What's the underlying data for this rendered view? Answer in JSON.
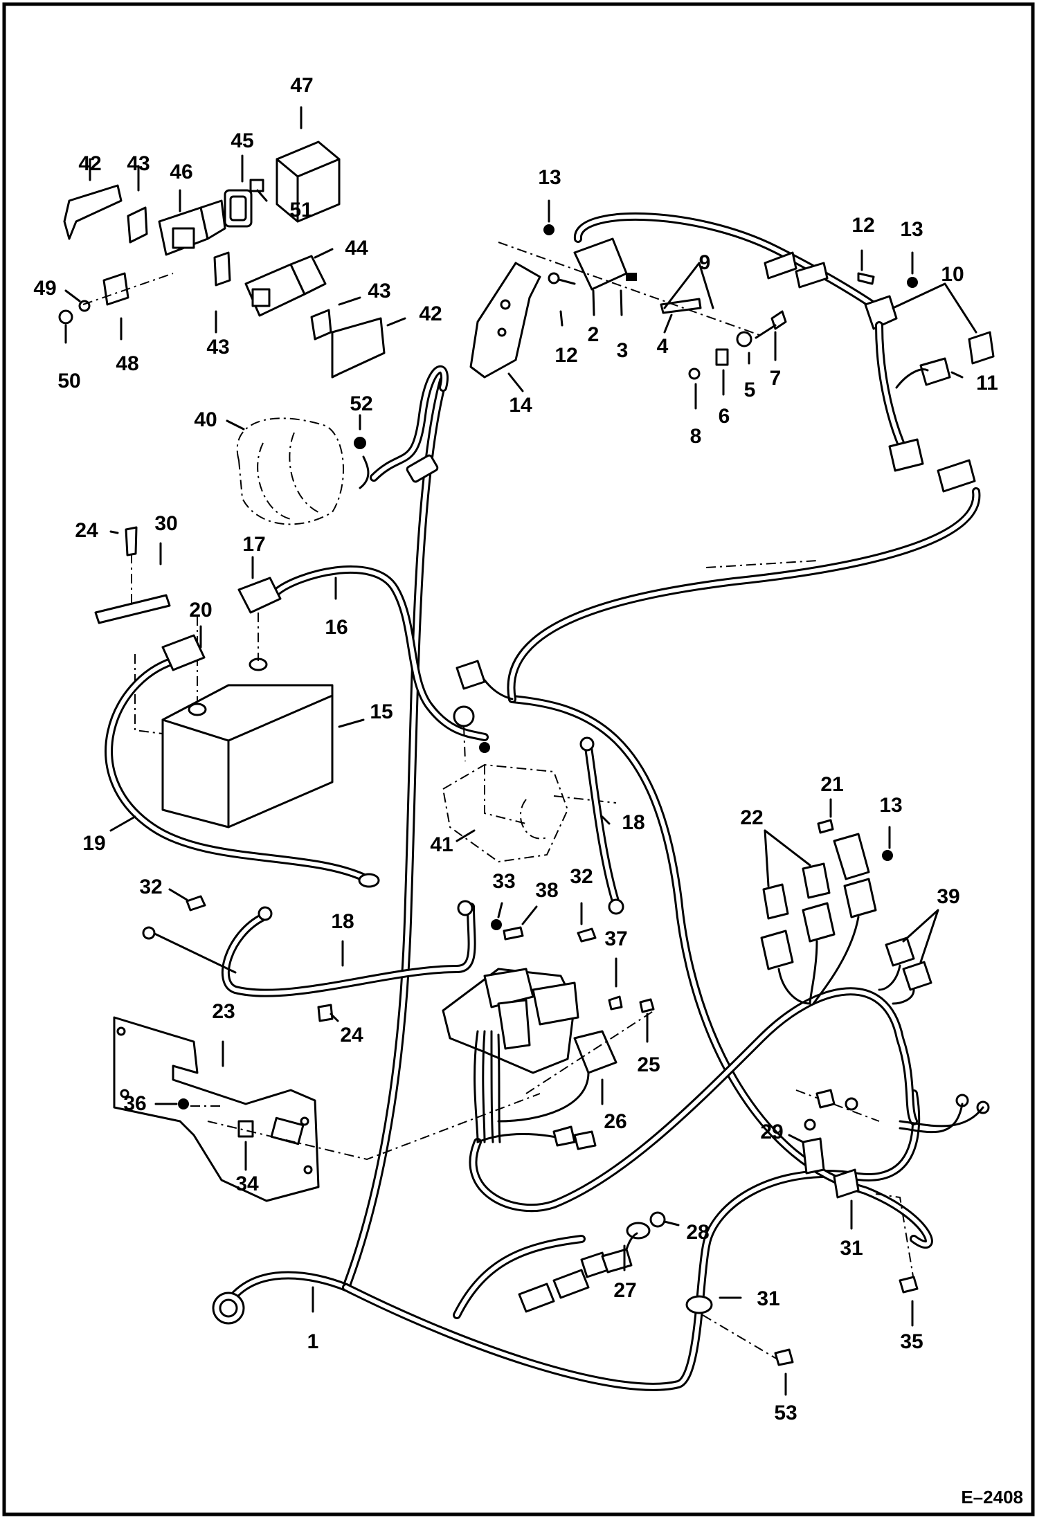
{
  "sheet": {
    "reference": "E–2408"
  },
  "callouts": [
    {
      "id": "c1",
      "label": "1"
    },
    {
      "id": "c2",
      "label": "2"
    },
    {
      "id": "c3",
      "label": "3"
    },
    {
      "id": "c4",
      "label": "4"
    },
    {
      "id": "c5",
      "label": "5"
    },
    {
      "id": "c6",
      "label": "6"
    },
    {
      "id": "c7",
      "label": "7"
    },
    {
      "id": "c8",
      "label": "8"
    },
    {
      "id": "c9",
      "label": "9"
    },
    {
      "id": "c10",
      "label": "10"
    },
    {
      "id": "c11",
      "label": "11"
    },
    {
      "id": "c12a",
      "label": "12"
    },
    {
      "id": "c12b",
      "label": "12"
    },
    {
      "id": "c13a",
      "label": "13"
    },
    {
      "id": "c13b",
      "label": "13"
    },
    {
      "id": "c13c",
      "label": "13"
    },
    {
      "id": "c14",
      "label": "14"
    },
    {
      "id": "c15",
      "label": "15"
    },
    {
      "id": "c16",
      "label": "16"
    },
    {
      "id": "c17",
      "label": "17"
    },
    {
      "id": "c18a",
      "label": "18"
    },
    {
      "id": "c18b",
      "label": "18"
    },
    {
      "id": "c19",
      "label": "19"
    },
    {
      "id": "c20",
      "label": "20"
    },
    {
      "id": "c21",
      "label": "21"
    },
    {
      "id": "c22",
      "label": "22"
    },
    {
      "id": "c23",
      "label": "23"
    },
    {
      "id": "c24a",
      "label": "24"
    },
    {
      "id": "c24b",
      "label": "24"
    },
    {
      "id": "c25",
      "label": "25"
    },
    {
      "id": "c26",
      "label": "26"
    },
    {
      "id": "c27",
      "label": "27"
    },
    {
      "id": "c28",
      "label": "28"
    },
    {
      "id": "c29",
      "label": "29"
    },
    {
      "id": "c30",
      "label": "30"
    },
    {
      "id": "c31a",
      "label": "31"
    },
    {
      "id": "c31b",
      "label": "31"
    },
    {
      "id": "c32a",
      "label": "32"
    },
    {
      "id": "c32b",
      "label": "32"
    },
    {
      "id": "c33",
      "label": "33"
    },
    {
      "id": "c34",
      "label": "34"
    },
    {
      "id": "c35",
      "label": "35"
    },
    {
      "id": "c36",
      "label": "36"
    },
    {
      "id": "c37",
      "label": "37"
    },
    {
      "id": "c38",
      "label": "38"
    },
    {
      "id": "c39",
      "label": "39"
    },
    {
      "id": "c40",
      "label": "40"
    },
    {
      "id": "c41",
      "label": "41"
    },
    {
      "id": "c42a",
      "label": "42"
    },
    {
      "id": "c42b",
      "label": "42"
    },
    {
      "id": "c43a",
      "label": "43"
    },
    {
      "id": "c43b",
      "label": "43"
    },
    {
      "id": "c43c",
      "label": "43"
    },
    {
      "id": "c44",
      "label": "44"
    },
    {
      "id": "c45",
      "label": "45"
    },
    {
      "id": "c46",
      "label": "46"
    },
    {
      "id": "c47",
      "label": "47"
    },
    {
      "id": "c48",
      "label": "48"
    },
    {
      "id": "c49",
      "label": "49"
    },
    {
      "id": "c50",
      "label": "50"
    },
    {
      "id": "c51",
      "label": "51"
    },
    {
      "id": "c52",
      "label": "52"
    },
    {
      "id": "c53",
      "label": "53"
    }
  ]
}
